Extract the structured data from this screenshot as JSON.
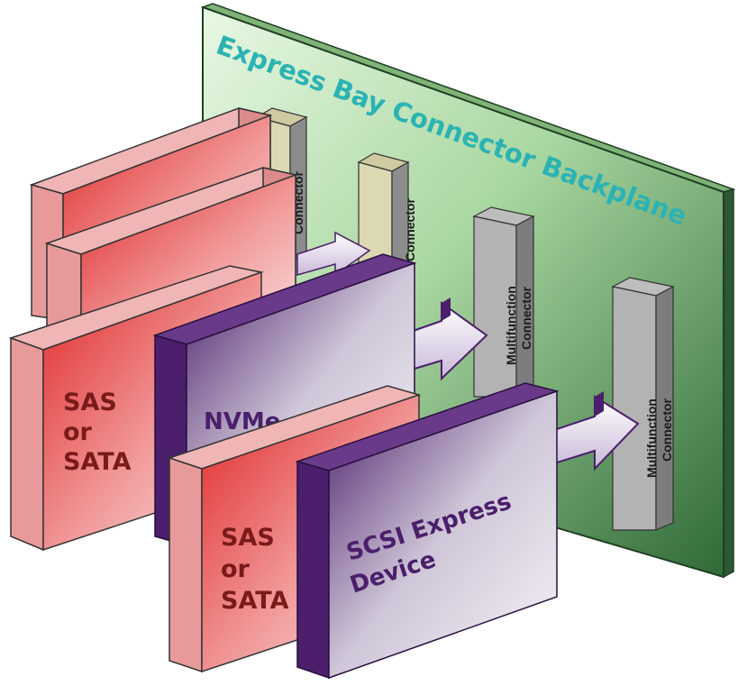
{
  "backplane": {
    "label": "Express Bay Connector Backplane"
  },
  "connectors": {
    "c1_label": "Connector",
    "c2_label": "Connector",
    "c3_label_line1": "Multifunction",
    "c3_label_line2": "Connector",
    "c4_label_line1": "Multifunction",
    "c4_label_line2": "Connector"
  },
  "devices": {
    "sas_front_line1": "SAS",
    "sas_front_line2": "or",
    "sas_front_line3": "SATA",
    "nvme_label": "NVMe",
    "sas_bottom_line1": "SAS",
    "sas_bottom_line2": "or",
    "sas_bottom_line3": "SATA",
    "scsi_line1": "SCSI Express",
    "scsi_line2": "Device"
  },
  "colors": {
    "backplane_light": "#dff5dc",
    "backplane_dark": "#2f6a37",
    "sas_red": "#e23a3a",
    "sas_light": "#f7d6d6",
    "purple": "#4b1f6b",
    "purple_light": "#f0ecf4",
    "connector_gray": "#a9a9a9",
    "connector_tan": "#cfcaa0",
    "title_teal": "#2bb3b3"
  }
}
